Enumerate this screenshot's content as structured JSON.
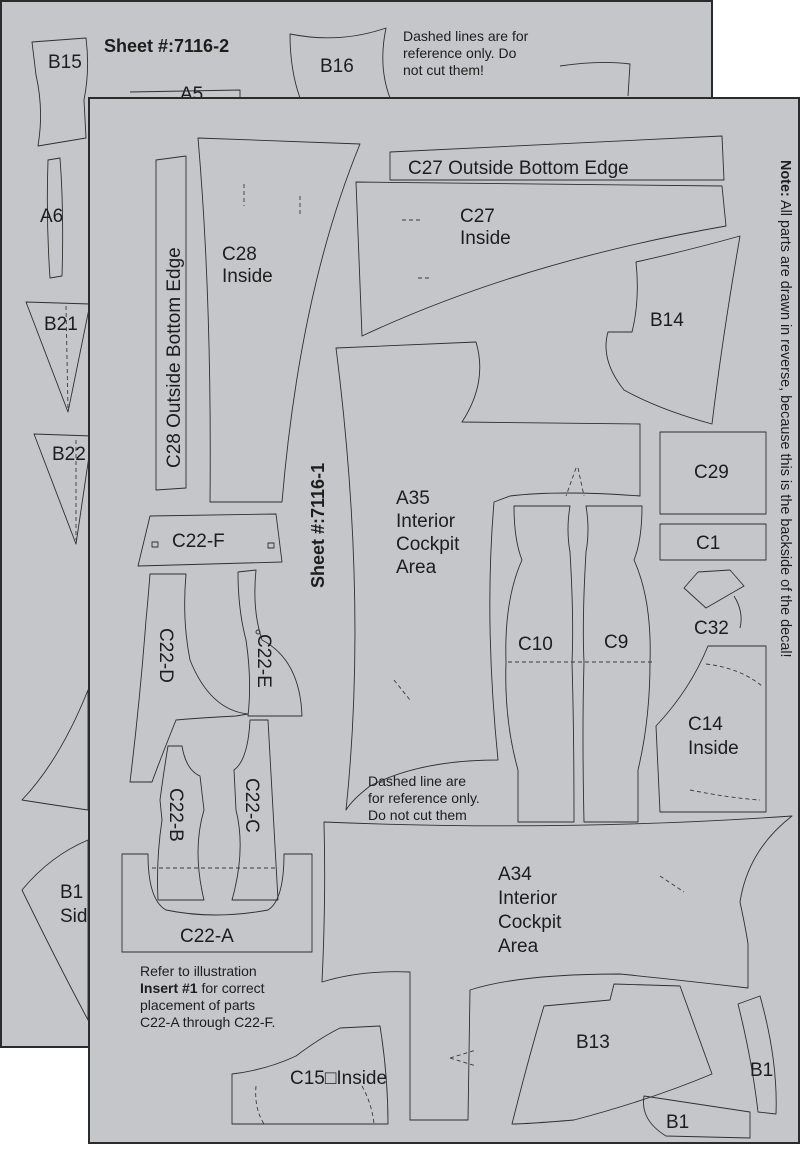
{
  "sheet_back": {
    "title": "Sheet #:7116-2",
    "note": [
      "Dashed lines are for",
      "reference only. Do",
      "not cut them!"
    ],
    "labels": {
      "B15": "B15",
      "B16": "B16",
      "A5": "A5",
      "A6": "A6",
      "B21": "B21",
      "B22": "B22",
      "B1_partial": "B1",
      "Side_partial": "Sid"
    }
  },
  "sheet_front": {
    "title": "Sheet #:7116-1",
    "side_note_bold": "Note:",
    "side_note": " All parts are drawn in reverse, because this is the backside of the decal!",
    "dashed_note": [
      "Dashed line are",
      "for reference only.",
      "Do not cut them"
    ],
    "refer_note": {
      "line1": "Refer to illustration",
      "bold": "Insert #1",
      "line2_rest": " for correct",
      "line3": "placement of parts",
      "line4": "C22-A through C22-F."
    },
    "labels": {
      "C27_edge": "C27 Outside Bottom Edge",
      "C27_inside_1": "C27",
      "C27_inside_2": "Inside",
      "C28_1": "C28",
      "C28_2": "Inside",
      "C28_edge": "C28 Outside Bottom Edge",
      "B14": "B14",
      "A35_1": "A35",
      "A35_2": "Interior",
      "A35_3": "Cockpit",
      "A35_4": "Area",
      "C29": "C29",
      "C1": "C1",
      "C32": "C32",
      "C10": "C10",
      "C9": "C9",
      "C14_1": "C14",
      "C14_2": "Inside",
      "C22F": "C22-F",
      "C22D": "C22-D",
      "C22E": "C22-E",
      "C22B": "C22-B",
      "C22C": "C22-C",
      "C22A": "C22-A",
      "A34_1": "A34",
      "A34_2": "Interior",
      "A34_3": "Cockpit",
      "A34_4": "Area",
      "B13": "B13",
      "B1_a": "B1",
      "B1_b": "B1",
      "C15": "C15",
      "C15_box": "□",
      "C15_inside": "Inside"
    }
  }
}
